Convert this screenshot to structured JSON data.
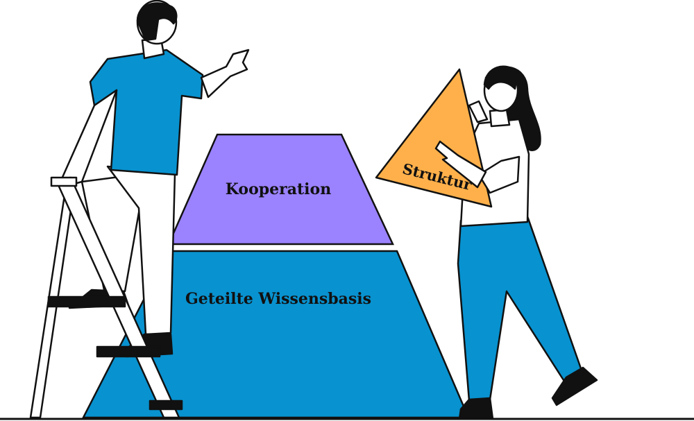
{
  "pyramid": {
    "top_label": "Kooperation",
    "base_label": "Geteilte Wissensbasis"
  },
  "triangle": {
    "label": "Struktur"
  },
  "colors": {
    "top_tier": "#9b82ff",
    "base_tier": "#0892d0",
    "triangle": "#ffb04a",
    "shirt": "#0892d0",
    "jeans": "#0892d0",
    "outline": "#111111",
    "white": "#ffffff"
  },
  "icons": {
    "man": "man-on-ladder-illustration",
    "woman": "woman-carrying-triangle-illustration",
    "ladder": "step-ladder-illustration"
  }
}
